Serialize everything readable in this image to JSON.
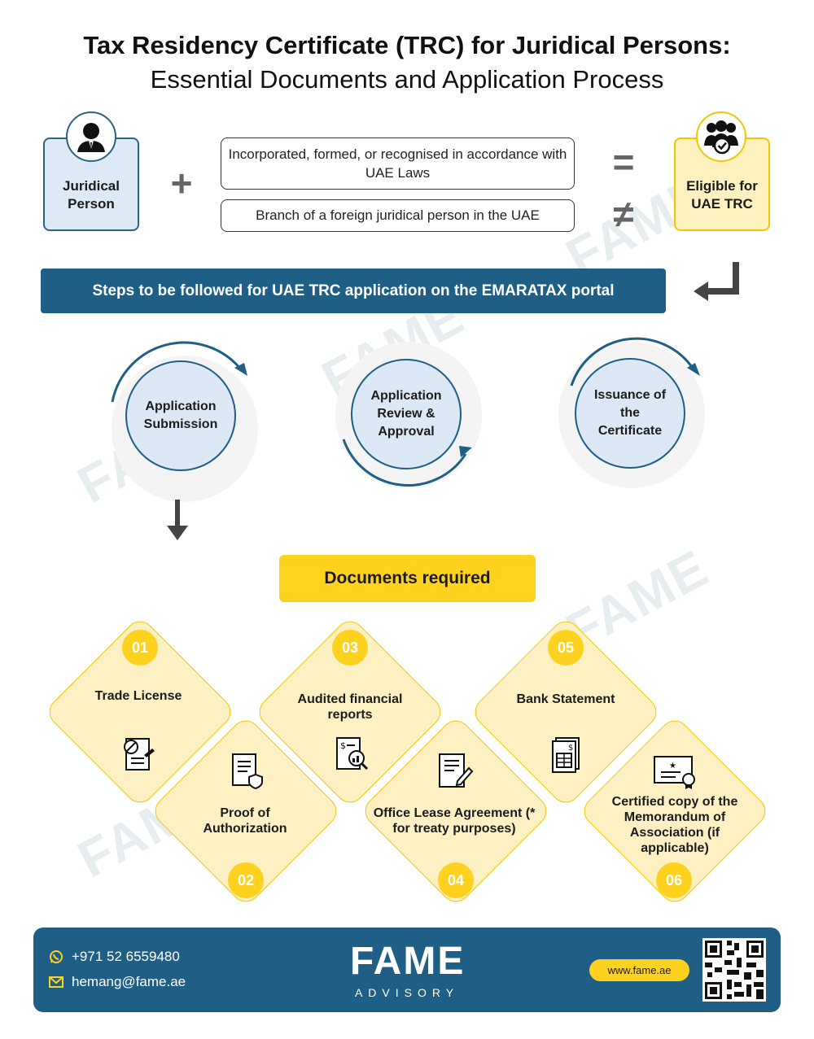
{
  "title": {
    "line1": "Tax Residency Certificate (TRC) for Juridical Persons:",
    "line2": "Essential Documents and Application Process"
  },
  "eligibility": {
    "entity_label": "Juridical Person",
    "operator_plus": "+",
    "condition_1": "Incorporated, formed, or recognised in accordance with UAE Laws",
    "condition_2": "Branch of a foreign juridical person in the UAE",
    "operator_equals": "=",
    "operator_not_equals": "≠",
    "result_label": "Eligible for UAE TRC",
    "entity_icon": "business-person-icon",
    "result_icon": "group-check-icon"
  },
  "steps": {
    "banner": "Steps to be followed for UAE TRC application on the EMARATAX portal",
    "items": [
      {
        "label": "Application Submission"
      },
      {
        "label": "Application Review & Approval"
      },
      {
        "label": "Issuance of the Certificate"
      }
    ]
  },
  "documents": {
    "banner": "Documents required",
    "items": [
      {
        "number": "01",
        "label": "Trade License",
        "icon": "license-stamp-icon"
      },
      {
        "number": "02",
        "label": "Proof of Authorization",
        "icon": "shield-document-icon"
      },
      {
        "number": "03",
        "label": "Audited financial reports",
        "icon": "financial-report-icon"
      },
      {
        "number": "04",
        "label": "Office Lease Agreement (* for treaty purposes)",
        "icon": "contract-pen-icon"
      },
      {
        "number": "05",
        "label": "Bank Statement",
        "icon": "bank-statement-icon"
      },
      {
        "number": "06",
        "label": "Certified copy of the Memorandum of Association (if applicable)",
        "icon": "certificate-icon"
      }
    ]
  },
  "footer": {
    "phone": "+971 52 6559480",
    "email": "hemang@fame.ae",
    "logo_main": "FAME",
    "logo_sub": "ADVISORY",
    "website": "www.fame.ae",
    "phone_icon": "whatsapp-icon",
    "email_icon": "mail-icon"
  },
  "colors": {
    "navy": "#1f5f86",
    "yellow": "#ffd21f",
    "light_blue": "#dce8f5",
    "light_yellow": "#fdf1c4"
  }
}
